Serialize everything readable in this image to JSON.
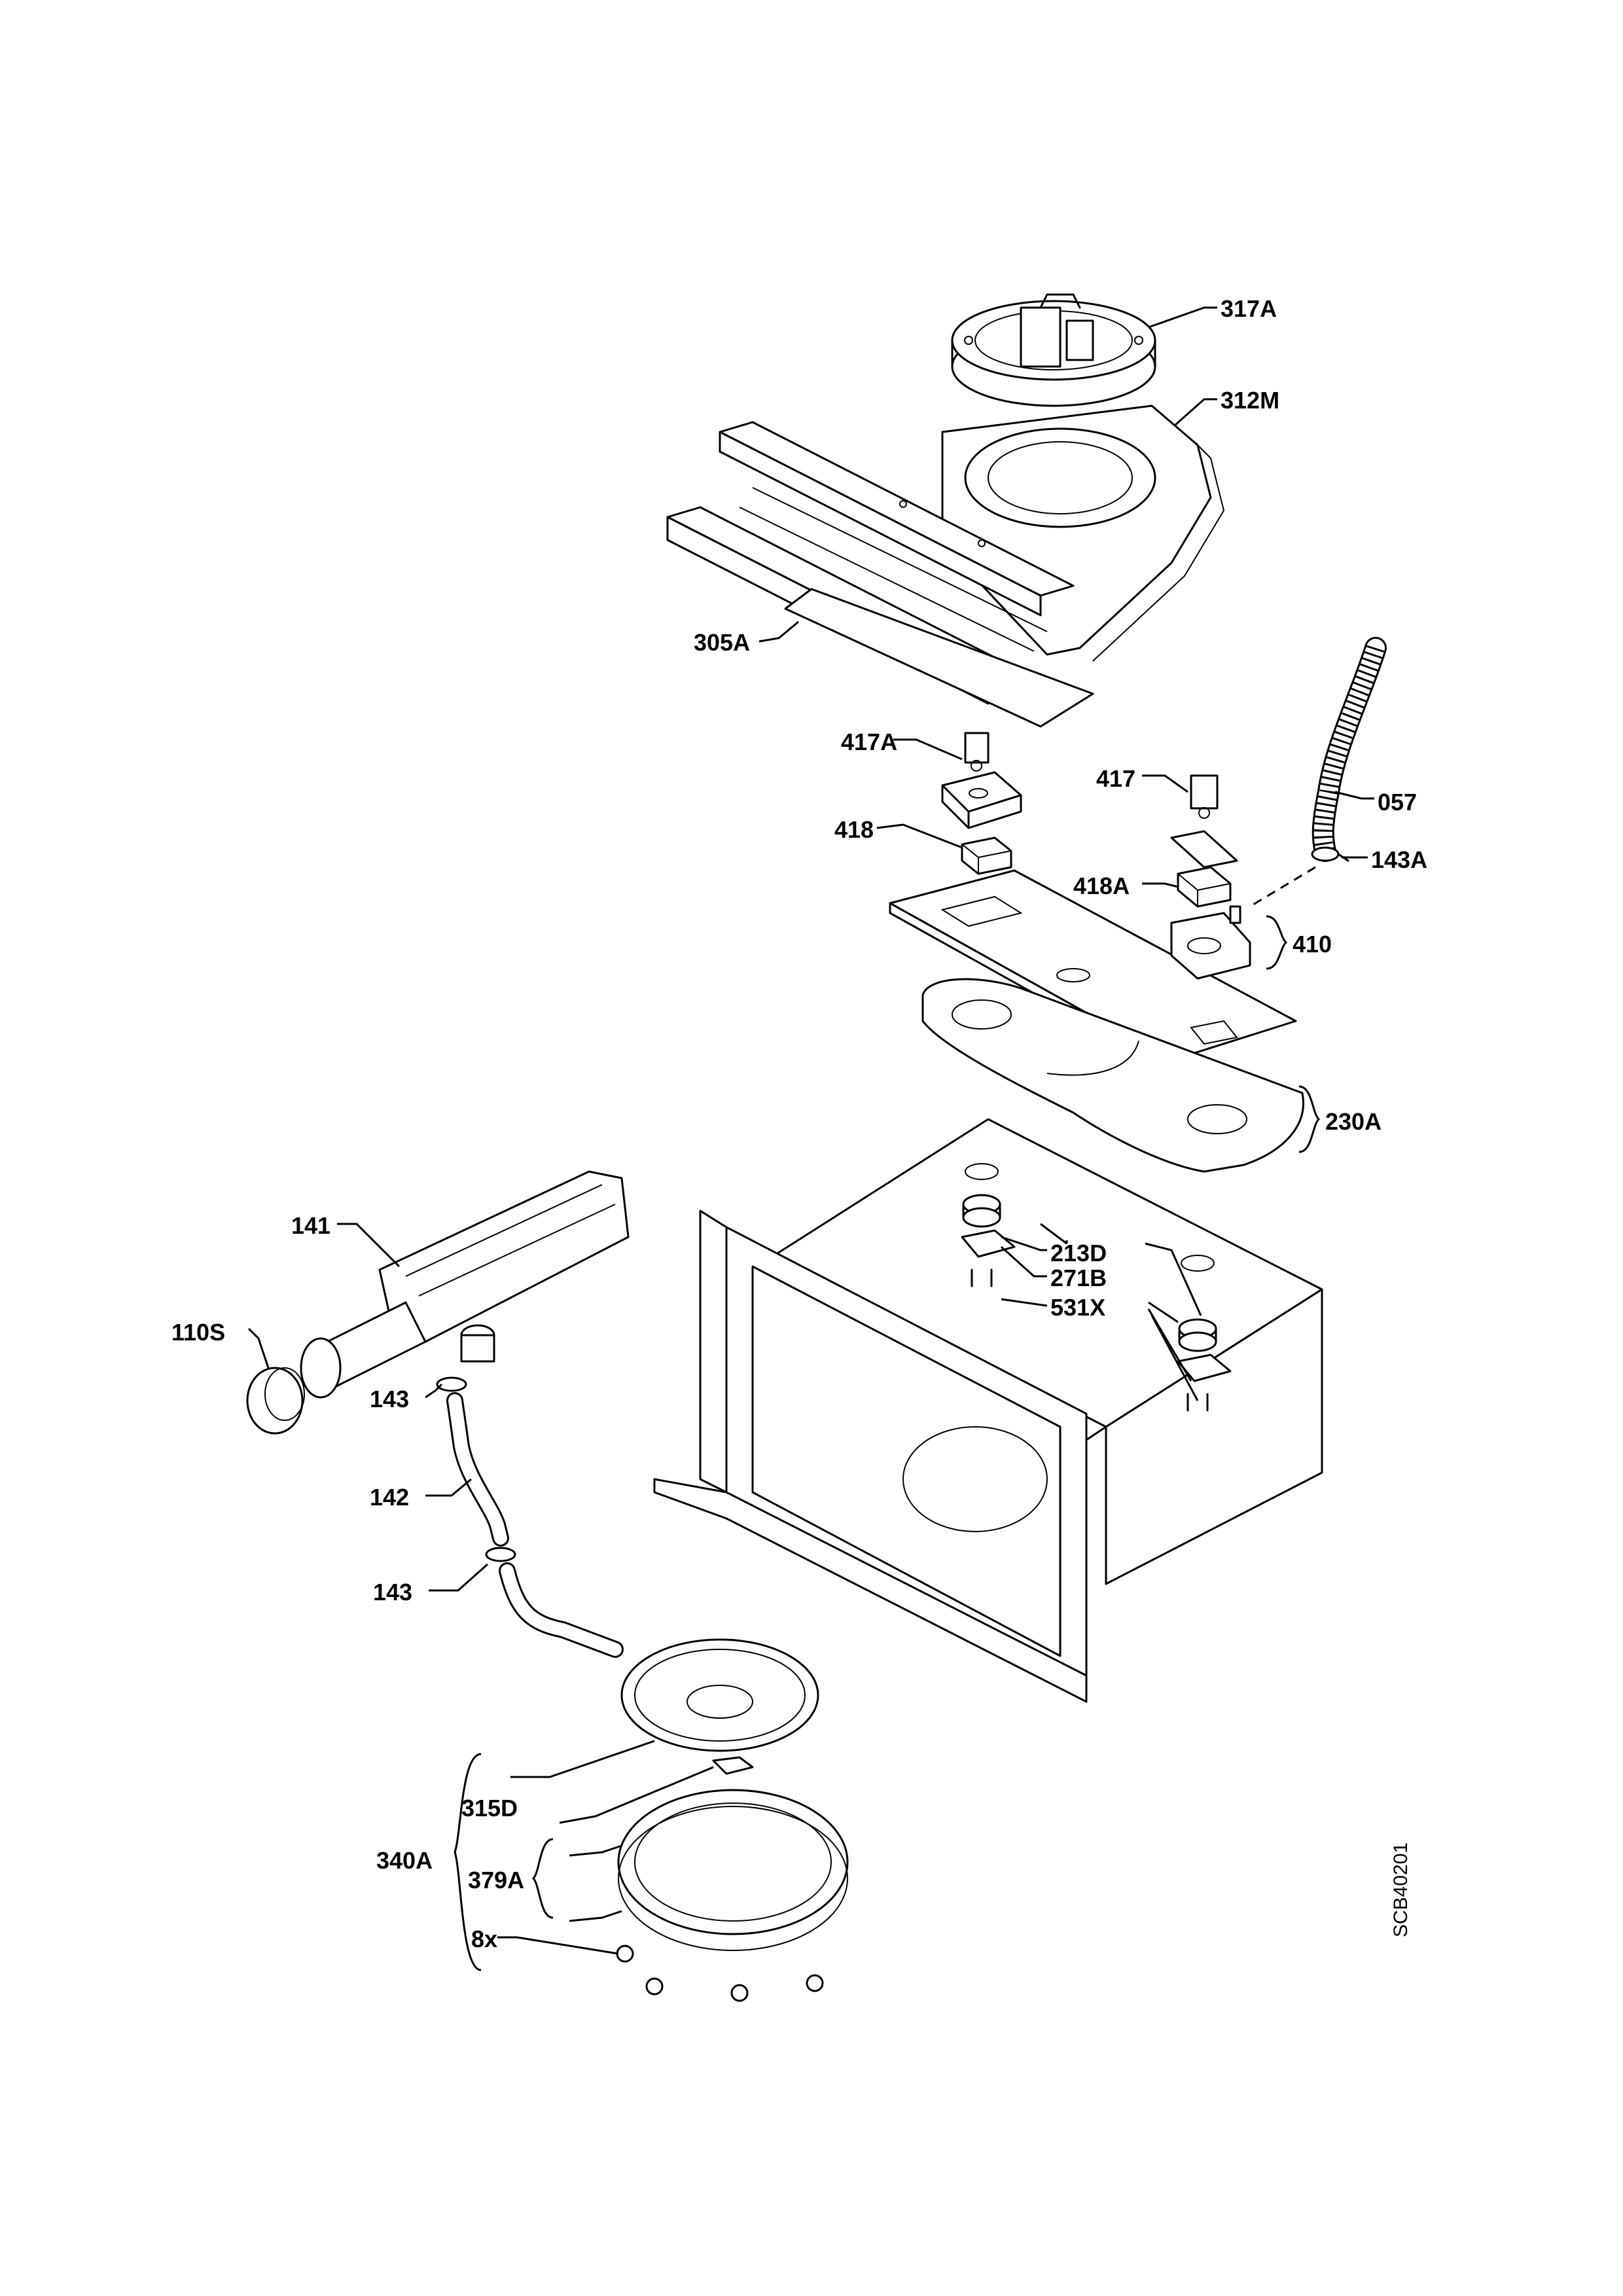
{
  "drawing_code": "SCB40201",
  "callouts": {
    "c317A": "317A",
    "c312M": "312M",
    "c305A": "305A",
    "c417A": "417A",
    "c417": "417",
    "c057": "057",
    "c418": "418",
    "c418A": "418A",
    "c143A": "143A",
    "c410": "410",
    "c230A": "230A",
    "c141": "141",
    "c213D": "213D",
    "c271B": "271B",
    "c110S": "110S",
    "c531X": "531X",
    "c143_top": "143",
    "c142": "142",
    "c143_bottom": "143",
    "c315D": "315D",
    "c340A": "340A",
    "c379A": "379A",
    "c8x": "8x"
  }
}
